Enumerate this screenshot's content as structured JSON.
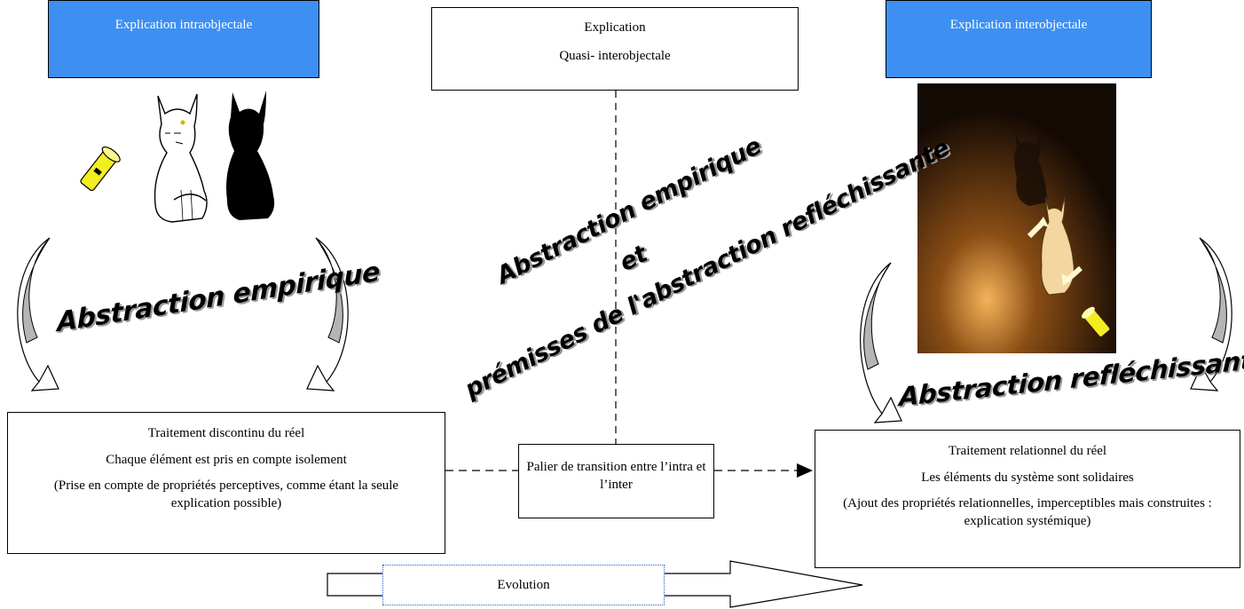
{
  "boxes": {
    "intra_title": "Explication intraobjectale",
    "quasi_line1": "Explication",
    "quasi_line2": "Quasi- interobjectale",
    "inter_title": "Explication interobjectale",
    "left_p1": "Traitement discontinu du réel",
    "left_p2": "Chaque élément est pris en compte isolement",
    "left_p3": "(Prise en compte de propriétés perceptives, comme étant la seule explication possible)",
    "palier_p": "Palier de transition entre l’intra et l’inter",
    "right_p1": "Traitement relationnel du réel",
    "right_p2": "Les éléments du système sont solidaires",
    "right_p3": "(Ajout des propriétés relationnelles, imperceptibles mais construites : explication systémique)",
    "evolution": "Evolution"
  },
  "wordart": {
    "left": "Abstraction empirique",
    "center_line1": "Abstraction empirique",
    "center_line2": "et",
    "center_line3": "prémisses de l'abstraction refléchissante",
    "right": "Abstraction refléchissante"
  },
  "colors": {
    "blue_box": "#3d8ff2",
    "flashlight": "#f2ee22",
    "curve_arrow_gray": "#b5b5b5",
    "photo_bg": "#1a0e06",
    "photo_glow": "#a8651e"
  },
  "icons": {
    "flashlight": "flashlight-icon",
    "white_cat": "white-cat-icon",
    "black_cat": "black-cat-icon",
    "shadow_photo": "shadow-photo",
    "curved_arrow": "curved-arrow-icon"
  }
}
